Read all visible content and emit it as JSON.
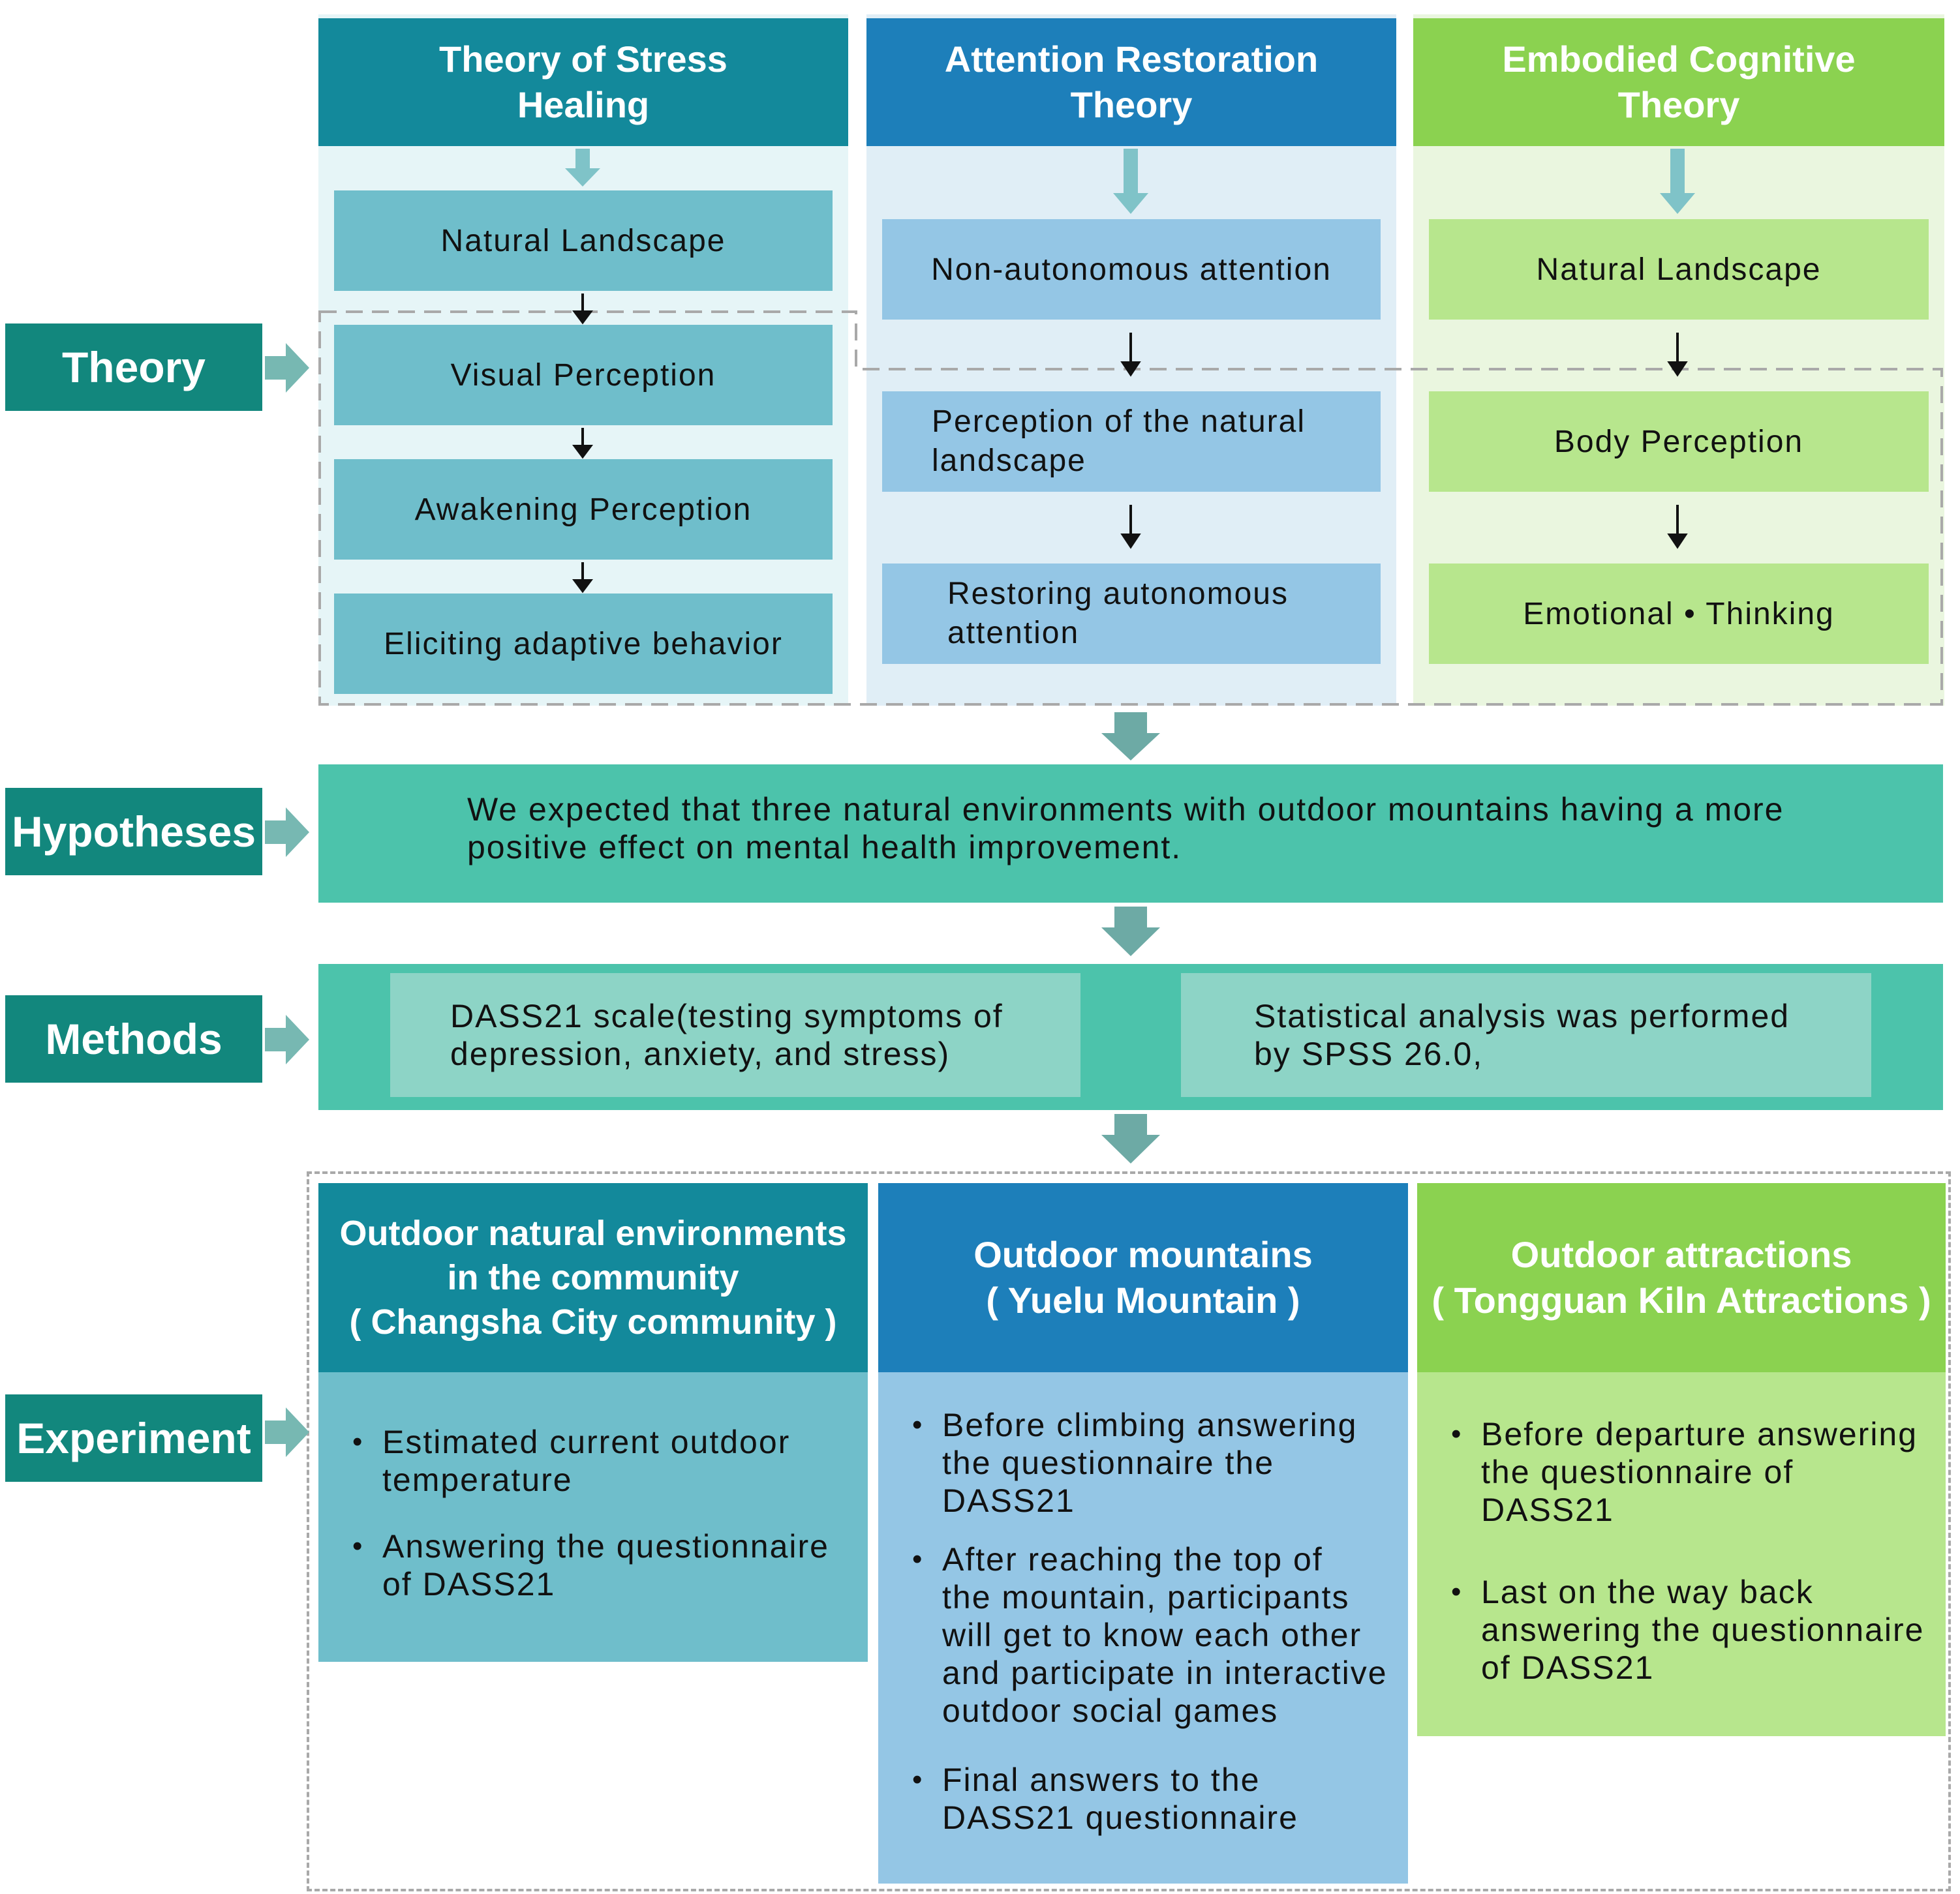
{
  "labels": {
    "theory": "Theory",
    "hypotheses": "Hypotheses",
    "methods": "Methods",
    "experiment": "Experiment"
  },
  "theories": [
    {
      "title": "Theory of Stress\nHealing",
      "steps": [
        "Natural Landscape",
        "Visual Perception",
        "Awakening Perception",
        "Eliciting adaptive behavior"
      ]
    },
    {
      "title": "Attention Restoration\nTheory",
      "steps": [
        "Non-autonomous attention",
        "Perception of the natural\nlandscape",
        "Restoring autonomous\nattention"
      ]
    },
    {
      "title": "Embodied Cognitive\nTheory",
      "steps": [
        "Natural Landscape",
        "Body Perception",
        "Emotional • Thinking"
      ]
    }
  ],
  "hypothesis": "We expected that three natural environments with outdoor mountains having a more\npositive effect on mental health improvement.",
  "methods": [
    "DASS21 scale(testing symptoms of\ndepression, anxiety, and stress)",
    "Statistical analysis was performed\nby SPSS 26.0,"
  ],
  "experiments": [
    {
      "title": "Outdoor natural environments\nin the community\n( Changsha City community )",
      "bullets": [
        "Estimated current outdoor\ntemperature",
        "Answering the questionnaire\nof DASS21"
      ]
    },
    {
      "title": "Outdoor mountains\n( Yuelu Mountain )",
      "bullets": [
        "Before climbing answering\nthe questionnaire the\nDASS21",
        "After reaching the top of\nthe mountain, participants\nwill get to know each other\nand participate in interactive\noutdoor social games",
        "Final answers to the\nDASS21 questionnaire"
      ]
    },
    {
      "title": "Outdoor attractions\n( Tongguan Kiln Attractions )",
      "bullets": [
        "Before departure answering\nthe questionnaire of\nDASS21",
        "Last on the way back\nanswering the questionnaire\nof DASS21"
      ]
    }
  ],
  "colors": {
    "label": "#12877d",
    "stress": "#13899b",
    "attention": "#1d7fba",
    "embodied": "#8bd250",
    "band": "#4cc3ab"
  }
}
